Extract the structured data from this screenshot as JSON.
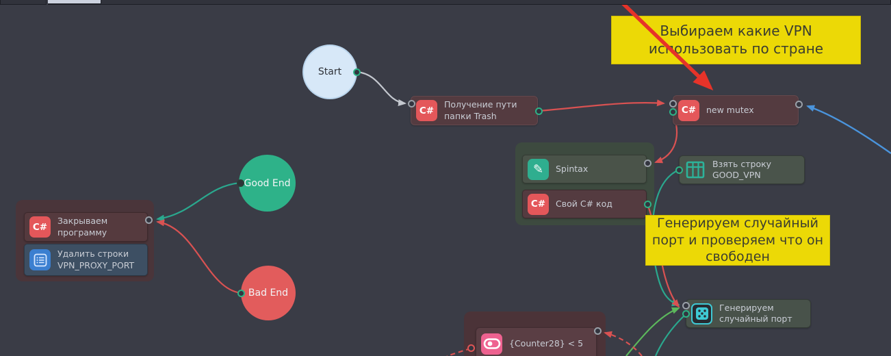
{
  "colors": {
    "canvas_bg": "#3a3c46",
    "annotation_yellow": "#ecd906",
    "annotation_arrow_red": "#e63329",
    "edge_red": "#d95252",
    "edge_teal": "#2aa88e",
    "edge_green": "#5cb85c",
    "edge_blue": "#4a94dc",
    "edge_gray": "#c4c8cf",
    "node_maroon": "#543b40",
    "node_green": "#4a544b",
    "node_blue": "#3d4f63"
  },
  "icons": {
    "csharp_label": "C#",
    "spintax_pencil": "✎"
  },
  "nodes": {
    "start": {
      "label": "Start"
    },
    "get_trash_path": {
      "label": "Получение пути папки Trash"
    },
    "new_mutex": {
      "label": "new mutex"
    },
    "spintax": {
      "label": "Spintax"
    },
    "own_csharp_code": {
      "label": "Свой C# код"
    },
    "take_row_good_vpn": {
      "label": "Взять строку GOOD_VPN"
    },
    "close_program": {
      "label": "Закрываем программу"
    },
    "delete_rows_vpn_proxy_port": {
      "label": "Удалить строки VPN_PROXY_PORT"
    },
    "good_end": {
      "label": "Good End"
    },
    "bad_end": {
      "label": "Bad End"
    },
    "generate_random_port": {
      "label": "Генерируем случайный порт"
    },
    "counter_condition": {
      "label": "{Counter28} < 5"
    }
  },
  "annotations": {
    "vpn_note": {
      "text": "Выбираем какие VPN использовать по стране"
    },
    "port_note": {
      "text": "Генерируем случайный порт и проверяем что он свободен"
    }
  }
}
